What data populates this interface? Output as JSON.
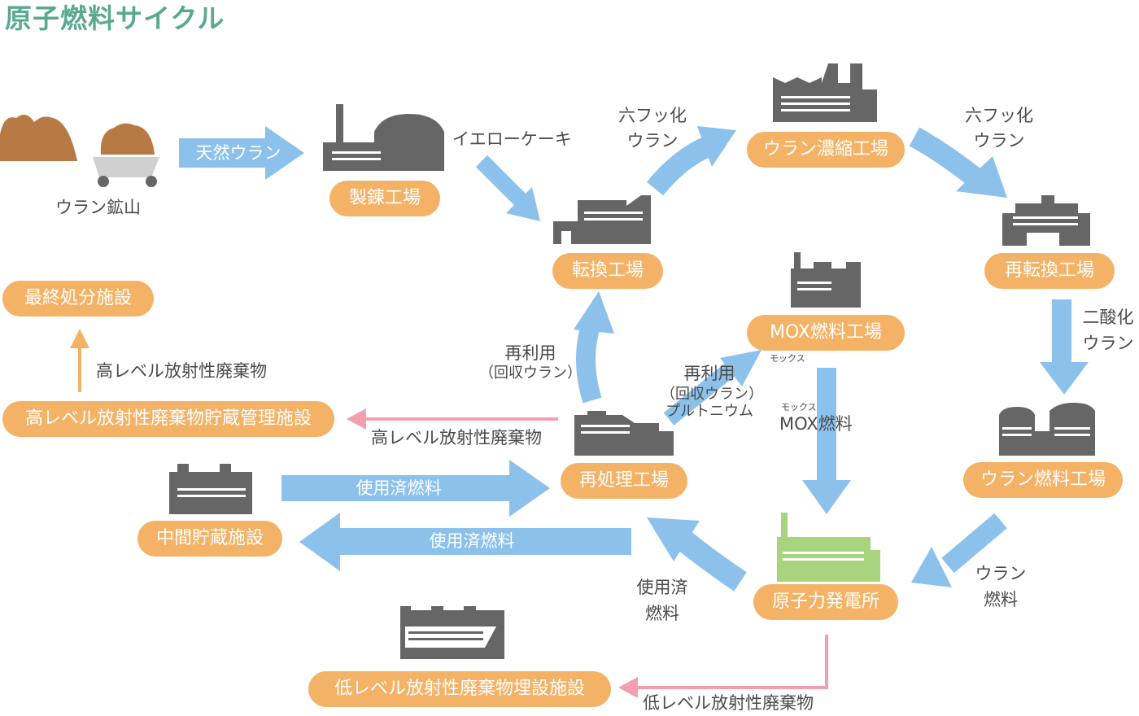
{
  "title": "原子燃料サイクル",
  "facilities": {
    "uranium_mine": "ウラン鉱山",
    "refinery": "製錬工場",
    "conversion": "転換工場",
    "enrichment": "ウラン濃縮工場",
    "reconversion": "再転換工場",
    "fuel_fabrication": "ウラン燃料工場",
    "mox_fabrication": "MOX燃料工場",
    "power_plant": "原子力発電所",
    "reprocessing": "再処理工場",
    "interim_storage": "中間貯蔵施設",
    "hlw_storage": "高レベル放射性廃棄物貯蔵管理施設",
    "final_disposal": "最終処分施設",
    "llw_disposal": "低レベル放射性廃棄物埋設施設"
  },
  "flows": {
    "natural_uranium": "天然ウラン",
    "yellowcake": "イエローケーキ",
    "uf6_1_line1": "六フッ化",
    "uf6_1_line2": "ウラン",
    "uf6_2_line1": "六フッ化",
    "uf6_2_line2": "ウラン",
    "uo2_line1": "二酸化",
    "uo2_line2": "ウラン",
    "uranium_fuel_line1": "ウラン",
    "uranium_fuel_line2": "燃料",
    "mox_ruby_1": "モックス",
    "mox_ruby_2": "モックス",
    "mox_fuel": "MOX燃料",
    "reuse_pu_line1": "再利用",
    "reuse_pu_line2": "（回収ウラン）",
    "reuse_pu_line3": "プルトニウム",
    "reuse_u_line1": "再利用",
    "reuse_u_line2": "（回収ウラン）",
    "hlw_to_storage": "高レベル放射性廃棄物",
    "hlw_to_disposal": "高レベル放射性廃棄物",
    "spent_fuel_to_reprocessing": "使用済燃料",
    "spent_fuel_to_storage": "使用済燃料",
    "spent_fuel_plant_line1": "使用済",
    "spent_fuel_plant_line2": "燃料",
    "llw": "低レベル放射性廃棄物"
  },
  "colors": {
    "title": "#5aa890",
    "facility_pill": "#f4b266",
    "flow_arrow": "#8cc1ec",
    "waste_arrow": "#f2a0ae",
    "disposal_arrow": "#f4b266",
    "building": "#666666",
    "power_plant": "#a8d480",
    "ore": "#b87a44"
  }
}
